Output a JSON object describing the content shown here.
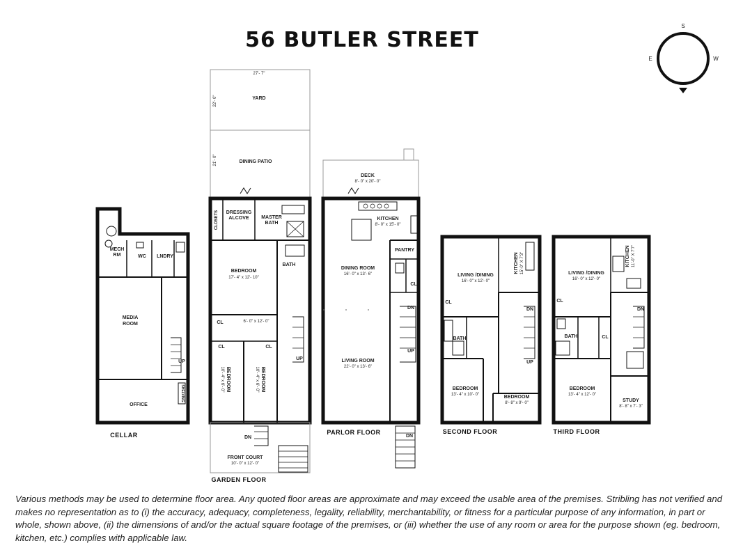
{
  "title": "56 BUTLER STREET",
  "compass": {
    "s": "S",
    "e": "E",
    "w": "W"
  },
  "floors": {
    "cellar": "CELLAR",
    "garden": "GARDEN FLOOR",
    "parlor": "PARLOR FLOOR",
    "second": "SECOND FLOOR",
    "third": "THIRD FLOOR"
  },
  "rooms": {
    "cellar": {
      "mech": [
        "MECH",
        "RM"
      ],
      "wc": "WC",
      "lndry": "LNDRY",
      "media": [
        "MEDIA",
        "ROOM"
      ],
      "office": "OFFICE",
      "up": "UP",
      "shelving": "SHELVING"
    },
    "garden": {
      "yard_w": "27'- 7\"",
      "yard_h": "22'- 0\"",
      "yard": "YARD",
      "patio_h": "21'- 0\"",
      "patio": "DINING PATIO",
      "closets": "CLOSETS",
      "dressing": [
        "DRESSING",
        "ALCOVE"
      ],
      "master_bath": [
        "MASTER",
        "BATH"
      ],
      "bath": "BATH",
      "bedroom": [
        "BEDROOM",
        "17'- 4\" x 12'- 10\""
      ],
      "cl1": "CL",
      "hall": "6'- 0\" x 12'- 0\"",
      "cl2": "CL",
      "cl3": "CL",
      "bed2": [
        "BEDROOM",
        "10'- 4\" x 6'- 0\""
      ],
      "bed3": [
        "BEDROOM",
        "10'- 4\" x 6'- 0\""
      ],
      "up": "UP",
      "dn": "DN",
      "front": [
        "FRONT COURT",
        "10'- 0\" x 12'- 0\""
      ]
    },
    "parlor": {
      "deck": [
        "DECK",
        "8'- 0\" x 20'- 0\""
      ],
      "kitchen": [
        "KITCHEN",
        "8'- 0\" x 15'- 0\""
      ],
      "pantry": "PANTRY",
      "dining": [
        "DINING ROOM",
        "16'- 0\" x 13'- 6\""
      ],
      "cl": "CL",
      "dn1": "DN",
      "up": "UP",
      "living": [
        "LIVING ROOM",
        "22'- 0\" x 13'- 6\""
      ],
      "dn2": "DN"
    },
    "second": {
      "living": [
        "LIVING /DINING",
        "16'- 0\" x 12'- 0\""
      ],
      "kitchen": [
        "KITCHEN",
        "15'-0\" X 7'3\""
      ],
      "cl": "CL",
      "bath": "BATH",
      "dn": "DN",
      "up": "UP",
      "bedroom1": [
        "BEDROOM",
        "13'- 4\" x 10'- 0\""
      ],
      "bedroom2": [
        "BEDROOM",
        "8'- 8\" x 9'- 0\""
      ]
    },
    "third": {
      "living": [
        "LIVING /DINING",
        "16'- 0\" x 12'- 0\""
      ],
      "kitchen": [
        "KITCHEN",
        "11'-0\" X 7'7\""
      ],
      "cl1": "CL",
      "bath": "BATH",
      "cl2": "CL",
      "dn": "DN",
      "bedroom": [
        "BEDROOM",
        "13'- 4\" x 12'- 0\""
      ],
      "study": [
        "STUDY",
        "8'- 8\" x 7'- 3\""
      ]
    }
  },
  "disclaimer": "Various methods may be used to determine floor area. Any quoted floor areas are approximate and may exceed the usable area of the premises. Stribling has not verified and makes no representation as to (i) the accuracy, adequacy, completeness, legality, reliability, merchantability, or fitness for a particular purpose of any information, in part or whole, shown above, (ii) the dimensions of and/or the actual square footage of the premises, or (iii) whether the use of any room or area for the purpose shown (eg. bedroom, kitchen, etc.) complies with applicable law."
}
